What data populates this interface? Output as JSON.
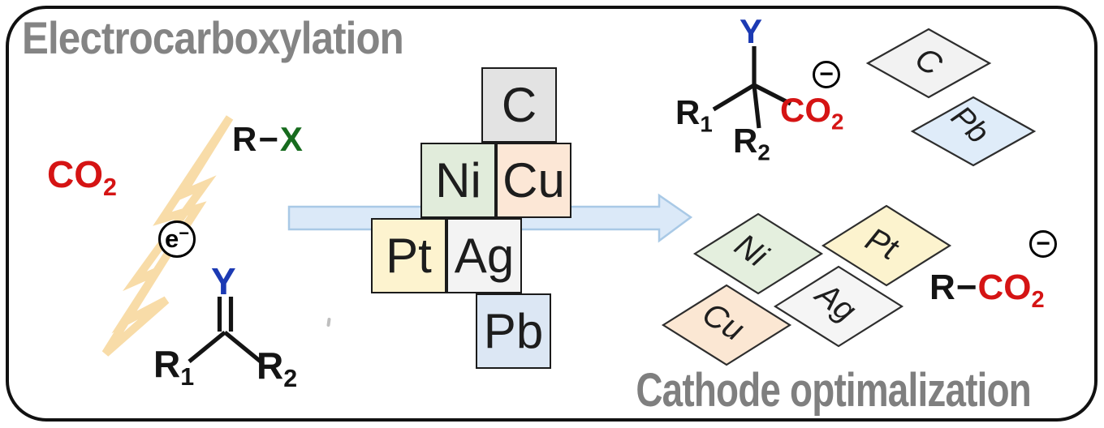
{
  "panel": {
    "title": "Electrocarboxylation",
    "footer_title": "Cathode optimalization"
  },
  "reactants": {
    "co2": {
      "base": "CO",
      "sub": "2"
    },
    "electron": {
      "base": "e",
      "sup": "−"
    },
    "halide": {
      "r": "R",
      "dash": "−",
      "x": "X"
    },
    "substrate": {
      "y": "Y",
      "r1_base": "R",
      "r1_sub": "1",
      "r2_base": "R",
      "r2_sub": "2"
    }
  },
  "cathode_stack": {
    "squares": [
      {
        "symbol": "C",
        "color": "#e3e3e3"
      },
      {
        "symbol": "Ni",
        "color": "#e1ecdb"
      },
      {
        "symbol": "Cu",
        "color": "#fce7d6"
      },
      {
        "symbol": "Pt",
        "color": "#fdf3cf"
      },
      {
        "symbol": "Ag",
        "color": "#f3f3f3"
      },
      {
        "symbol": "Pb",
        "color": "#dce7f4"
      }
    ]
  },
  "cathode_cards": [
    {
      "symbol": "C",
      "color": "#f2f2f2"
    },
    {
      "symbol": "Pb",
      "color": "#dfecf9"
    },
    {
      "symbol": "Ni",
      "color": "#e4efde"
    },
    {
      "symbol": "Pt",
      "color": "#fcf3ce"
    },
    {
      "symbol": "Ag",
      "color": "#f5f5f5"
    },
    {
      "symbol": "Cu",
      "color": "#fbe7d3"
    }
  ],
  "products": {
    "tertiary_carboxylate": {
      "y": "Y",
      "r1_base": "R",
      "r1_sub": "1",
      "r2_base": "R",
      "r2_sub": "2",
      "co2_base": "CO",
      "co2_sub": "2",
      "charge": "−"
    },
    "alkyl_carboxylate": {
      "r": "R",
      "dash": "−",
      "co2_base": "CO",
      "co2_sub": "2",
      "charge": "−"
    }
  },
  "colors": {
    "title_gray": "#848484",
    "accent_red": "#d51414",
    "accent_green": "#176b1e",
    "accent_blue": "#1c3ab3",
    "bolt_orange": "#f8dca8",
    "arrow_fill": "#dbe9f8",
    "arrow_stroke": "#a9c9e6",
    "border_black": "#111111"
  }
}
